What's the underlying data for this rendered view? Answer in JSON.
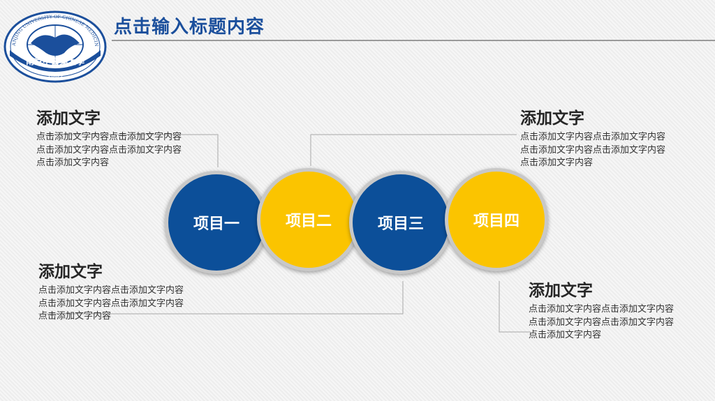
{
  "header": {
    "title": "点击输入标题内容"
  },
  "logo": {
    "university_name_en": "NANJING UNIVERSITY OF CHINESE MEDICINE",
    "university_name_cn": "南京中醫藥大學",
    "year": "1954",
    "colors": {
      "primary": "#1b4f9c",
      "secondary": "#ffffff"
    }
  },
  "items": [
    {
      "label": "项目一",
      "color": "#0c4f99"
    },
    {
      "label": "项目二",
      "color": "#fbc400"
    },
    {
      "label": "项目三",
      "color": "#0c4f99"
    },
    {
      "label": "项目四",
      "color": "#fbc400"
    }
  ],
  "blocks": [
    {
      "heading": "添加文字",
      "body": "点击添加文字内容点击添加文字内容点击添加文字内容点击添加文字内容点击添加文字内容"
    },
    {
      "heading": "添加文字",
      "body": "点击添加文字内容点击添加文字内容点击添加文字内容点击添加文字内容点击添加文字内容"
    },
    {
      "heading": "添加文字",
      "body": "点击添加文字内容点击添加文字内容点击添加文字内容点击添加文字内容点击添加文字内容"
    },
    {
      "heading": "添加文字",
      "body": "点击添加文字内容点击添加文字内容点击添加文字内容点击添加文字内容点击添加文字内容"
    }
  ]
}
